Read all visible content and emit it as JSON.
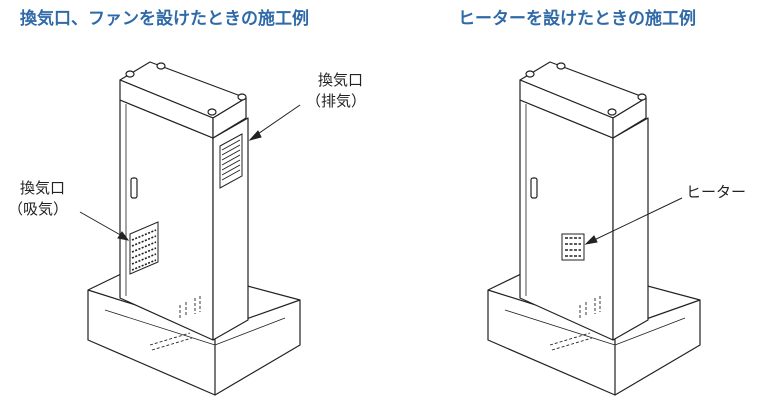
{
  "left": {
    "title": "換気口、ファンを設けたときの施工例",
    "exhaust_label_1": "換気口",
    "exhaust_label_2": "（排気）",
    "intake_label_1": "換気口",
    "intake_label_2": "（吸気）"
  },
  "right": {
    "title": "ヒーターを設けたときの施工例",
    "heater_label": "ヒーター"
  },
  "colors": {
    "title": "#2f6aa8",
    "line": "#222222"
  }
}
